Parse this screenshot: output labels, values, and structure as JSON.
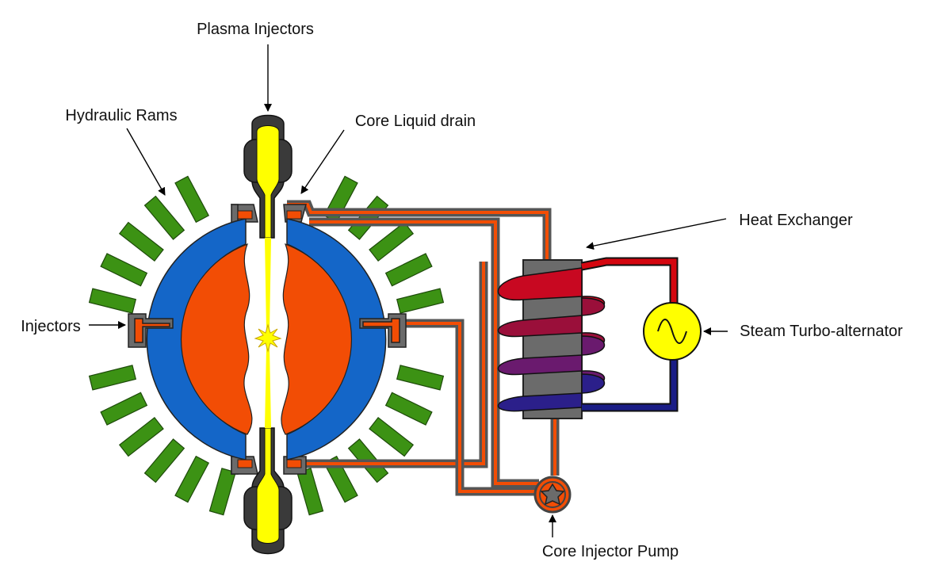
{
  "labels": {
    "plasma_injectors": "Plasma Injectors",
    "hydraulic_rams": "Hydraulic Rams",
    "core_liquid_drain": "Core Liquid drain",
    "heat_exchanger": "Heat Exchanger",
    "injectors": "Injectors",
    "steam_turbo_alternator": "Steam Turbo-alternator",
    "core_injector_pump": "Core Injector Pump"
  },
  "colors": {
    "ram_green": "#3c9214",
    "blanket_blue": "#1466c8",
    "liquid_orange": "#f24d05",
    "plasma_yellow": "#ffff00",
    "casing_gray": "#6b6b6b",
    "injector_dark": "#3a3a3a",
    "hot_red": "#d4060f",
    "cold_navy": "#1a1d86"
  },
  "icons": {
    "alternator": "sine-wave-icon",
    "pump": "star-rotor-icon",
    "core_flash": "starburst-icon"
  }
}
